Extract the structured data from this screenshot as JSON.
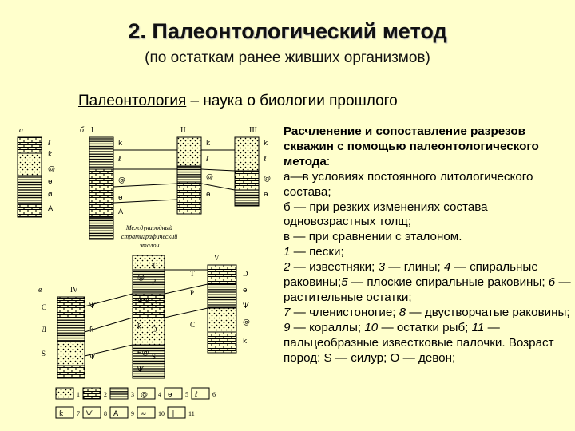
{
  "slide": {
    "title": "2. Палеонтологический метод",
    "subtitle": "(по остаткам ранее живших организмов)",
    "definition_term": "Палеонтология",
    "definition_rest": " – наука о биологии прошлого"
  },
  "caption": {
    "lead": "Расчленение и сопоставление разрезов скважин с помощью палеонтологического метода",
    "lead_tail": ":",
    "a": "а—в условиях постоянного литологического состава;",
    "b": "б — при резких изменениях состава одновозрастных толщ;",
    "v": "в — при сравнении с эталоном.",
    "n1": "1",
    "n1_text": " — пески;",
    "n2": "2",
    "n2_text": " — известняки; ",
    "n3": "3",
    "n3_text": " — глины; ",
    "n4": "4",
    "n4_text": " — спиральные раковины;",
    "n5": "5",
    "n5_text": " — плоские спиральные раковины; ",
    "n6": "6",
    "n6_text": " — растительные остатки;",
    "n7": "7",
    "n7_text": " — членистоногие; ",
    "n8": "8",
    "n8_text": " — двустворчатые раковины; ",
    "n9": "9",
    "n9_text": " — кораллы; ",
    "n10": "10",
    "n10_text": " — остатки рыб; ",
    "n11": "11",
    "n11_text": " — пальцеобразные известковые палочки. Возраст пород: S — силур; О — девон;"
  },
  "figure": {
    "panel_a": "а",
    "panel_b": "б",
    "panel_v": "в",
    "well_I": "I",
    "well_II": "II",
    "well_III": "III",
    "well_IV": "IV",
    "well_V": "V",
    "etalon_line1": "Международный",
    "etalon_line2": "стратиграфический",
    "etalon_line3": "эталон",
    "age_T": "Т",
    "age_P": "Р",
    "age_C": "С",
    "age_D": "D",
    "age_S": "S",
    "left_C": "С",
    "left_D": "Д",
    "left_S": "S",
    "right_D": "D",
    "right_P": "Р",
    "right_C": "С",
    "legend": [
      "1",
      "2",
      "3",
      "4",
      "5",
      "6",
      "7",
      "8",
      "9",
      "10",
      "11"
    ]
  }
}
